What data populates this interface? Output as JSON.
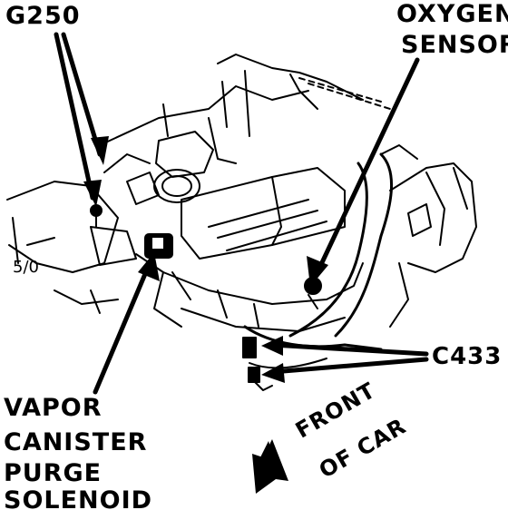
{
  "labels": {
    "g250": "G250",
    "oxygen_sensor": [
      "OXYGEN",
      "SENSOR"
    ],
    "c433": "C433",
    "vapor_canister_purge_solenoid": [
      "VAPOR",
      "CANISTER",
      "PURGE",
      "SOLENOID"
    ],
    "front_of_car": [
      "FRONT",
      "OF CAR"
    ]
  },
  "colors": {
    "ink": "#000000",
    "paper": "#ffffff"
  }
}
